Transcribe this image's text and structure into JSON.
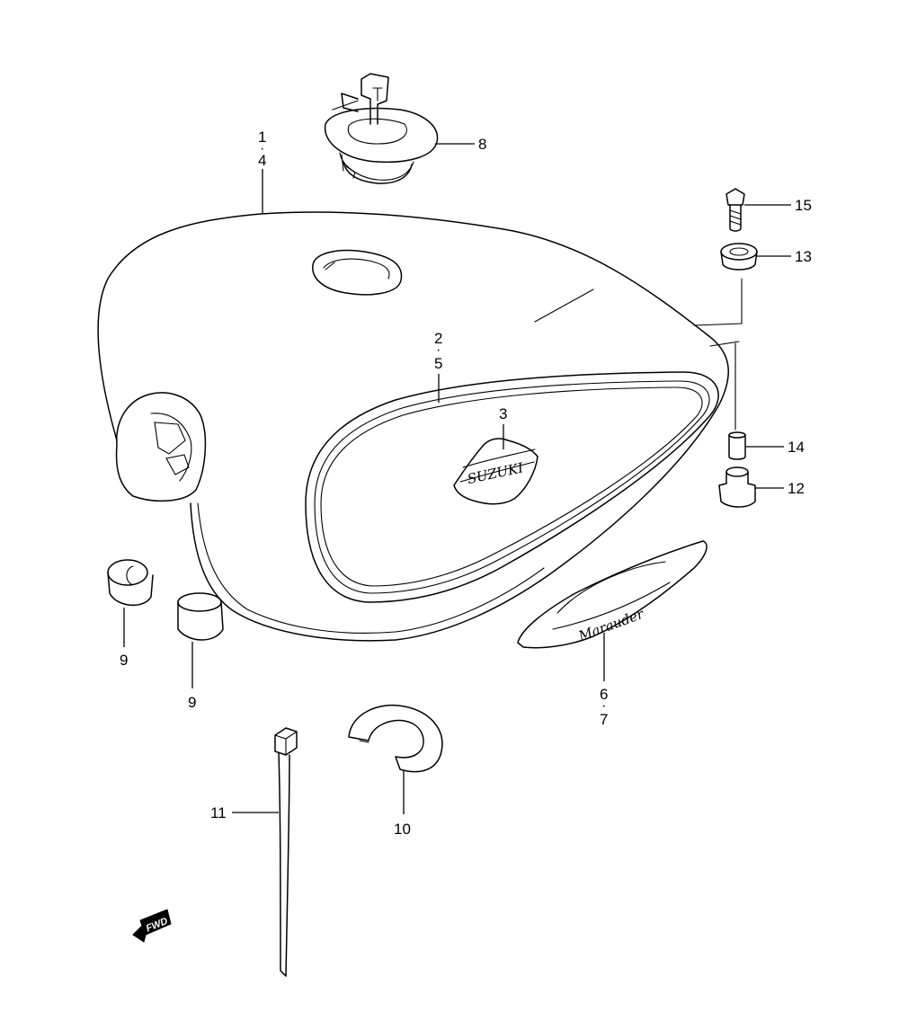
{
  "callouts": {
    "c1": "1",
    "c4": "4",
    "c2": "2",
    "c5": "5",
    "c3": "3",
    "c6": "6",
    "c7": "7",
    "c8": "8",
    "c9a": "9",
    "c9b": "9",
    "c10": "10",
    "c11": "11",
    "c12": "12",
    "c13": "13",
    "c14": "14",
    "c15": "15",
    "separator": "·"
  },
  "emblem_text": "Marauder",
  "tank_badge_text": "SUZUKI",
  "fwd_label": "FWD"
}
